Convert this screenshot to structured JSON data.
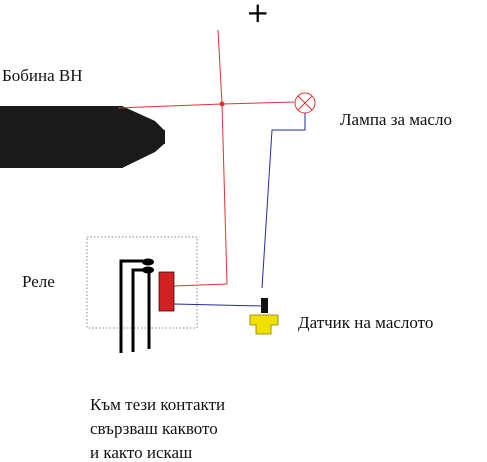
{
  "labels": {
    "plus": "+",
    "coil": "Бобина ВН",
    "lamp": "Лампа за масло",
    "relay": "Реле",
    "sensor": "Датчик на маслото",
    "note_line1": "Към тези контакти",
    "note_line2": "свързваш каквото",
    "note_line3": "и както искаш"
  },
  "colors": {
    "positive_wire": "#e03030",
    "signal_wire": "#2a2a9a",
    "relay_coil": "#d42020",
    "sensor_body": "#f0e000",
    "coil_body": "#1a1a1a"
  },
  "icons": {
    "lamp": "lamp-cross-circle-icon",
    "sensor": "oil-pressure-sensor-icon",
    "coil": "ignition-coil-icon"
  }
}
